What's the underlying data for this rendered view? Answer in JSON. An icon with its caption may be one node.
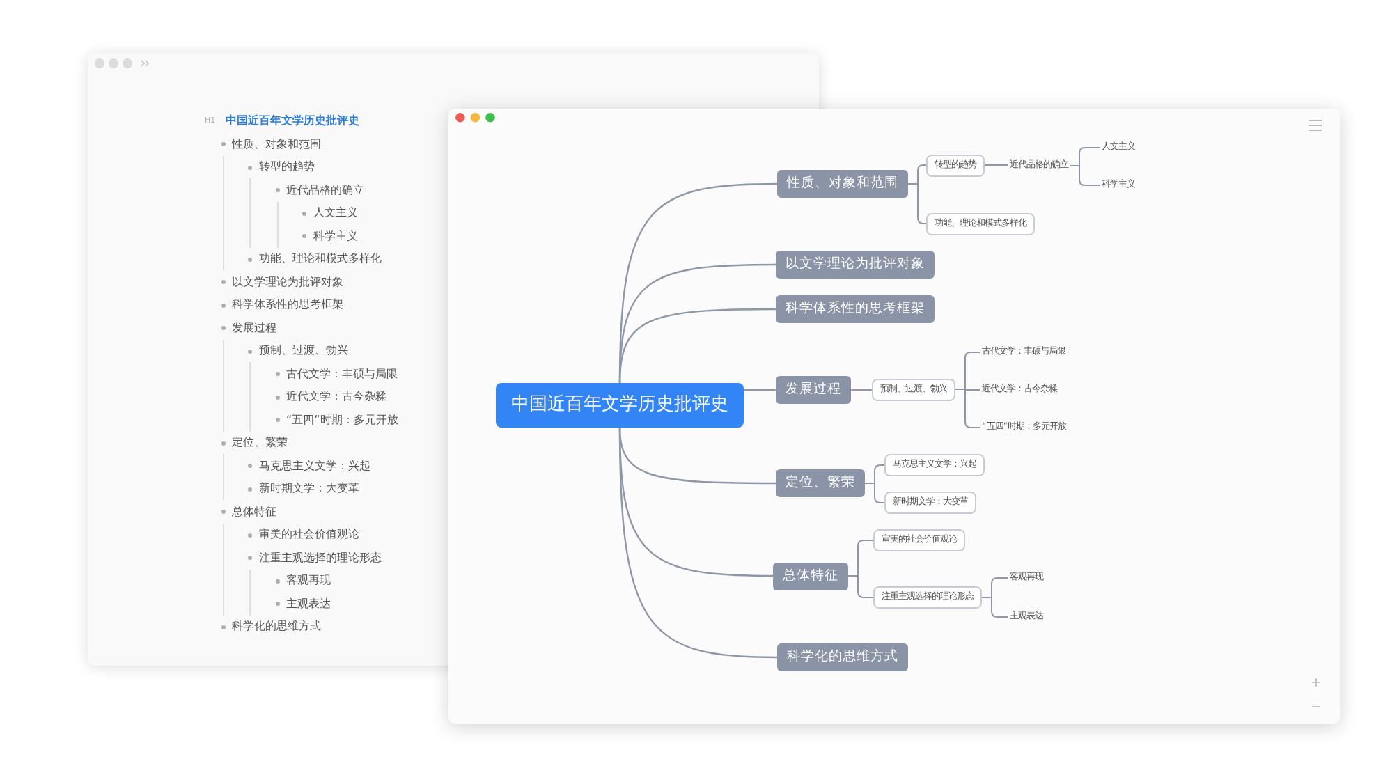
{
  "diagram": {
    "nodes": [
      {
        "text": [
          "中国近百年文学历史批评史"
        ]
      },
      {
        "text": [
          "性质、对象和范围"
        ]
      },
      {
        "text": [
          "转型的趋势"
        ]
      },
      {
        "text": [
          "近代品格的确立"
        ]
      },
      {
        "text": [
          "人文主义"
        ]
      },
      {
        "text": [
          "科学主义"
        ]
      },
      {
        "text": [
          "功能、理论和模式多样化"
        ]
      },
      {
        "text": [
          "以文学理论为批评对象"
        ]
      },
      {
        "text": [
          "科学体系性的思考框架"
        ]
      },
      {
        "text": [
          "发展过程"
        ]
      },
      {
        "text": [
          "预制、过渡、勃兴"
        ]
      },
      {
        "text": [
          "古代文学：丰硕与局限"
        ]
      },
      {
        "text": [
          "近代文学：古今杂糅"
        ]
      },
      {
        "text": [
          "“五四”时期：多元开放"
        ]
      },
      {
        "text": [
          "定位、繁荣"
        ]
      },
      {
        "text": [
          "马克思主义文学：兴起"
        ]
      },
      {
        "text": [
          "新时期文学：大变革"
        ]
      },
      {
        "text": [
          "总体特征"
        ]
      },
      {
        "text": [
          "审美的社会价值观论"
        ]
      },
      {
        "text": [
          "注重主观选择的理论形态"
        ]
      },
      {
        "text": [
          "客观再现"
        ]
      },
      {
        "text": [
          "主观表达"
        ]
      },
      {
        "text": [
          "科学化的思维方式"
        ]
      }
    ],
    "edges": [
      {
        "from": 0,
        "to": 1,
        "arrow": "none"
      },
      {
        "from": 1,
        "to": 2,
        "arrow": "none"
      },
      {
        "from": 2,
        "to": 3,
        "arrow": "none"
      },
      {
        "from": 3,
        "to": 4,
        "arrow": "none"
      },
      {
        "from": 3,
        "to": 5,
        "arrow": "none"
      },
      {
        "from": 1,
        "to": 6,
        "arrow": "none"
      },
      {
        "from": 0,
        "to": 7,
        "arrow": "none"
      },
      {
        "from": 0,
        "to": 8,
        "arrow": "none"
      },
      {
        "from": 0,
        "to": 9,
        "arrow": "none"
      },
      {
        "from": 9,
        "to": 10,
        "arrow": "none"
      },
      {
        "from": 10,
        "to": 11,
        "arrow": "none"
      },
      {
        "from": 10,
        "to": 12,
        "arrow": "none"
      },
      {
        "from": 10,
        "to": 13,
        "arrow": "none"
      },
      {
        "from": 0,
        "to": 14,
        "arrow": "none"
      },
      {
        "from": 14,
        "to": 15,
        "arrow": "none"
      },
      {
        "from": 14,
        "to": 16,
        "arrow": "none"
      },
      {
        "from": 0,
        "to": 17,
        "arrow": "none"
      },
      {
        "from": 17,
        "to": 18,
        "arrow": "none"
      },
      {
        "from": 17,
        "to": 19,
        "arrow": "none"
      },
      {
        "from": 19,
        "to": 20,
        "arrow": "none"
      },
      {
        "from": 19,
        "to": 21,
        "arrow": "none"
      },
      {
        "from": 0,
        "to": 22,
        "arrow": "none"
      }
    ],
    "labels": [
      "H1",
      "中国近百年文学历史批评史",
      "性质、对象和范围",
      "转型的趋势",
      "近代品格的确立",
      "人文主义",
      "科学主义",
      "功能、理论和模式多样化",
      "以文学理论为批评对象",
      "科学体系性的思考框架",
      "发展过程",
      "预制、过渡、勃兴",
      "古代文学：丰硕与局限",
      "近代文学：古今杂糅",
      "“五四”时期：多元开放",
      "定位、繁荣",
      "马克思主义文学：兴起",
      "新时期文学：大变革",
      "总体特征",
      "审美的社会价值观论",
      "注重主观选择的理论形态",
      "客观再现",
      "主观表达",
      "科学化的思维方式"
    ]
  }
}
